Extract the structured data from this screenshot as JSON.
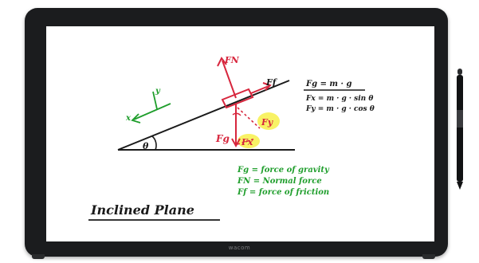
{
  "device": {
    "brand": "wacom"
  },
  "board": {
    "title": "Inclined Plane",
    "angle_symbol": "θ",
    "axis_x_label": "x",
    "axis_y_label": "y",
    "force_labels": {
      "normal": "FN",
      "friction": "Ff",
      "gravity": "Fg",
      "gravity_y": "Fy",
      "gravity_x": "Fx"
    },
    "equations": [
      "Fg = m · g",
      "Fx = m · g · sin θ",
      "Fy = m · g · cos θ"
    ],
    "legend": [
      "Fg = force of gravity",
      "FN = Normal force",
      "Ff = force of friction"
    ]
  },
  "colors": {
    "ink_black": "#1a1a1a",
    "ink_red": "#d7263d",
    "ink_green": "#1f9e2c",
    "highlight": "#f7f04a",
    "bezel": "#1b1c1e"
  }
}
